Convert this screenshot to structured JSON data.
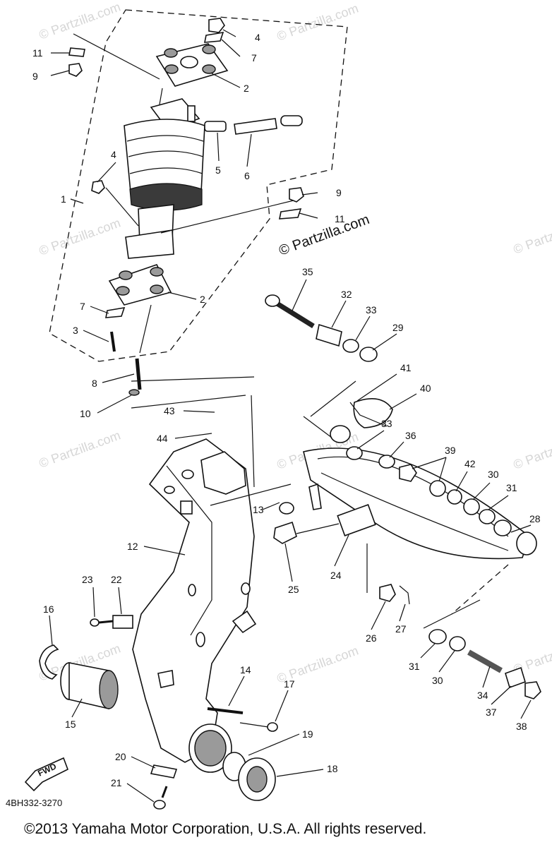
{
  "diagram": {
    "part_code": "4BH332-3270",
    "copyright": "©2013  Yamaha Motor Corporation, U.S.A. All rights reserved.",
    "watermark_text": "© Partzilla.com",
    "fwd_label": "FWD",
    "callouts": [
      "1",
      "2",
      "2",
      "3",
      "4",
      "4",
      "5",
      "6",
      "7",
      "7",
      "8",
      "9",
      "9",
      "10",
      "11",
      "11",
      "12",
      "13",
      "14",
      "15",
      "16",
      "17",
      "18",
      "19",
      "20",
      "21",
      "22",
      "23",
      "24",
      "25",
      "26",
      "27",
      "28",
      "29",
      "30",
      "30",
      "31",
      "31",
      "32",
      "33",
      "33",
      "34",
      "35",
      "36",
      "37",
      "38",
      "39",
      "40",
      "41",
      "42",
      "43",
      "44"
    ]
  }
}
